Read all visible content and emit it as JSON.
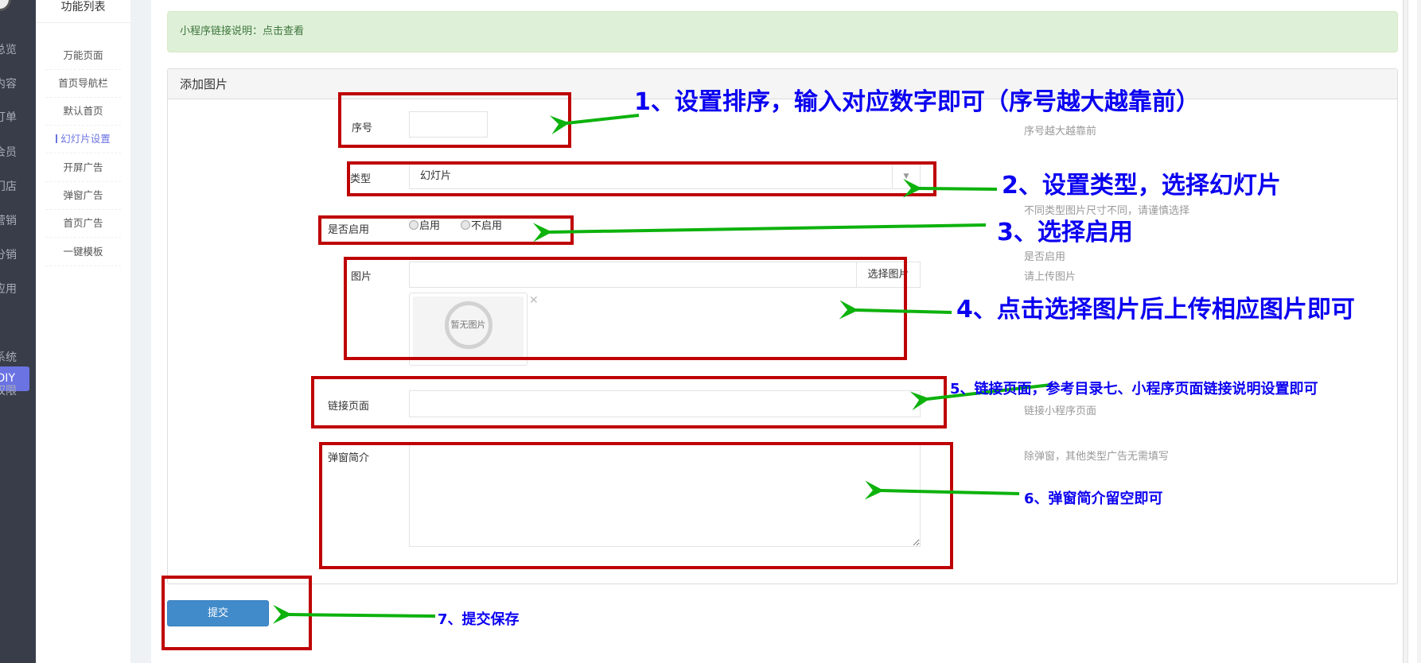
{
  "main_nav": {
    "items": [
      "总览",
      "内容",
      "订单",
      "会员",
      "门店",
      "营销",
      "分销",
      "应用",
      "DIY",
      "系统",
      "权限"
    ],
    "active": "DIY"
  },
  "sub_nav": {
    "title": "功能列表",
    "items": [
      "万能页面",
      "首页导航栏",
      "默认首页",
      "幻灯片设置",
      "开屏广告",
      "弹窗广告",
      "首页广告",
      "一键模板"
    ],
    "active": "幻灯片设置"
  },
  "alert": {
    "text": "小程序链接说明：点击查看"
  },
  "panel": {
    "title": "添加图片"
  },
  "form": {
    "order": {
      "label": "序号",
      "value": "",
      "hint": "序号越大越靠前"
    },
    "type": {
      "label": "类型",
      "value": "幻灯片",
      "hint": "不同类型图片尺寸不同，请谨慎选择"
    },
    "enabled": {
      "label": "是否启用",
      "options": [
        "启用",
        "不启用"
      ],
      "hint": "是否启用"
    },
    "image": {
      "label": "图片",
      "value": "",
      "button": "选择图片",
      "placeholder_text": "暂无图片",
      "hint": "请上传图片"
    },
    "link": {
      "label": "链接页面",
      "value": "",
      "hint": "链接小程序页面"
    },
    "popup_intro": {
      "label": "弹窗简介",
      "value": "",
      "hint": "除弹窗，其他类型广告无需填写"
    },
    "submit": "提交"
  },
  "annotations": [
    "1、设置排序，输入对应数字即可（序号越大越靠前）",
    "2、设置类型，选择幻灯片",
    "3、选择启用",
    "4、点击选择图片后上传相应图片即可",
    "5、链接页面，参考目录七、小程序页面链接说明设置即可",
    "6、弹窗简介留空即可",
    "7、提交保存"
  ],
  "colors": {
    "accent": "#6b73e3",
    "annotation_box": "#be0000",
    "annotation_arrow": "#0db20d",
    "annotation_text": "#0b00f0",
    "primary_button": "#428bca"
  }
}
